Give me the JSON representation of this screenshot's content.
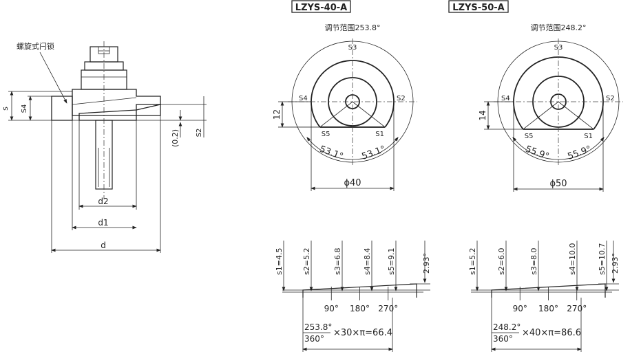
{
  "side_view": {
    "lock_label": "螺旋式闩锁",
    "dims": {
      "s": "s",
      "s4": "S4",
      "s2": "S2",
      "gap": "(0.2)",
      "d2": "d2",
      "d1": "d1",
      "d": "d"
    }
  },
  "models": [
    {
      "title": "LZYS-40-A",
      "range": "调节范围253.8°",
      "points": {
        "s1": "S1",
        "s2": "S2",
        "s3": "S3",
        "s4": "S4",
        "s5": "S5"
      },
      "height_dim": "12",
      "angle_left": "53.1°",
      "angle_right": "53.1°",
      "diameter": "ϕ40",
      "steps": [
        "s1=4.5",
        "s2=5.2",
        "s3=6.8",
        "s4=8.4",
        "s5=9.1"
      ],
      "slope": "2.93°",
      "axis": [
        "90°",
        "180°",
        "270°"
      ],
      "formula_num": "253.8°",
      "formula_den": "360°",
      "formula_rest": "×30×π=66.4"
    },
    {
      "title": "LZYS-50-A",
      "range": "调节范围248.2°",
      "points": {
        "s1": "S1",
        "s2": "S2",
        "s3": "S3",
        "s4": "S4",
        "s5": "S5"
      },
      "height_dim": "14",
      "angle_left": "55.9°",
      "angle_right": "55.9°",
      "diameter": "ϕ50",
      "steps": [
        "s1=5.2",
        "s2=6.0",
        "s3=8.0",
        "s4=10.0",
        "s5=10.7"
      ],
      "slope": "2.93°",
      "axis": [
        "90°",
        "180°",
        "270°"
      ],
      "formula_num": "248.2°",
      "formula_den": "360°",
      "formula_rest": "×40×π=86.6"
    }
  ]
}
